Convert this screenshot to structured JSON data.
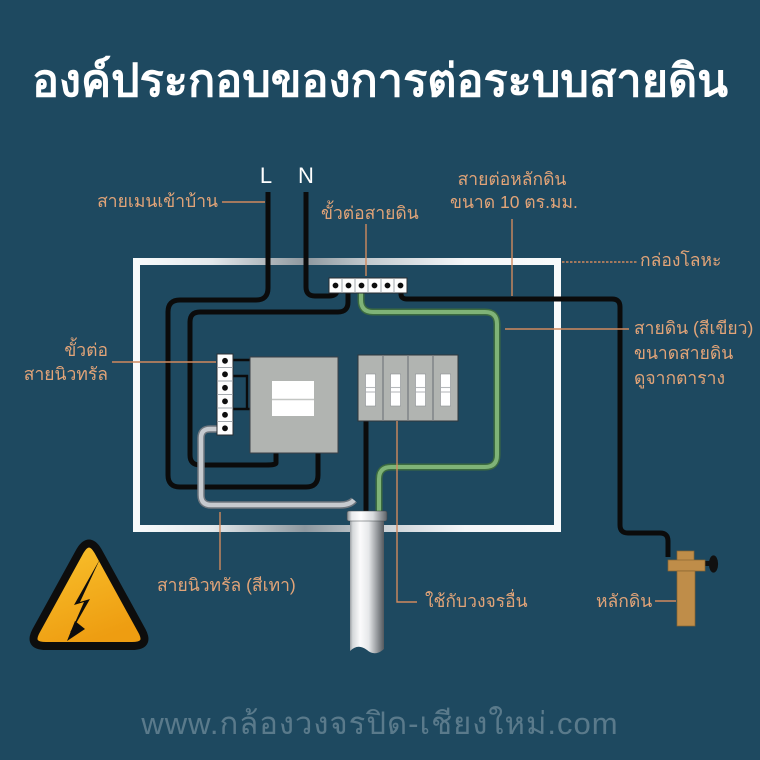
{
  "title": "องค์ประกอบของการต่อระบบสายดิน",
  "watermark": "www.กล้องวงจรปิด-เชียงใหม่.com",
  "labels": {
    "phase": "L",
    "neutral": "N",
    "main_cable_in": "สายเมนเข้าบ้าน",
    "ground_terminal": "ขั้วต่อสายดิน",
    "electrode_conductor_line1": "สายต่อหลักดิน",
    "electrode_conductor_line2": "ขนาด 10 ตร.มม.",
    "metal_box": "กล่องโลหะ",
    "neutral_terminal_line1": "ขั้วต่อ",
    "neutral_terminal_line2": "สายนิวทรัล",
    "ground_wire_line1": "สายดิน (สีเขียว)",
    "ground_wire_line2": "ขนาดสายดิน",
    "ground_wire_line3": "ดูจากตาราง",
    "neutral_wire": "สายนิวทรัล (สีเทา)",
    "other_circuits": "ใช้กับวงจรอื่น",
    "ground_rod": "หลักดิน"
  },
  "icons": {
    "warning": "high-voltage-warning-triangle-icon"
  },
  "colors": {
    "background": "#1e4960",
    "title_text": "#ffffff",
    "label_text": "#e2a478",
    "leader_line": "#d0895e",
    "wire_black": "#0b0b0b",
    "wire_green": "#7fb377",
    "wire_gray": "#c6cacf",
    "metal_box_edge": "#f2f5f7",
    "ground_rod": "#bf8d49",
    "warning_yellow": "#f2a71b",
    "watermark_text": "rgba(255,255,255,0.27)"
  }
}
